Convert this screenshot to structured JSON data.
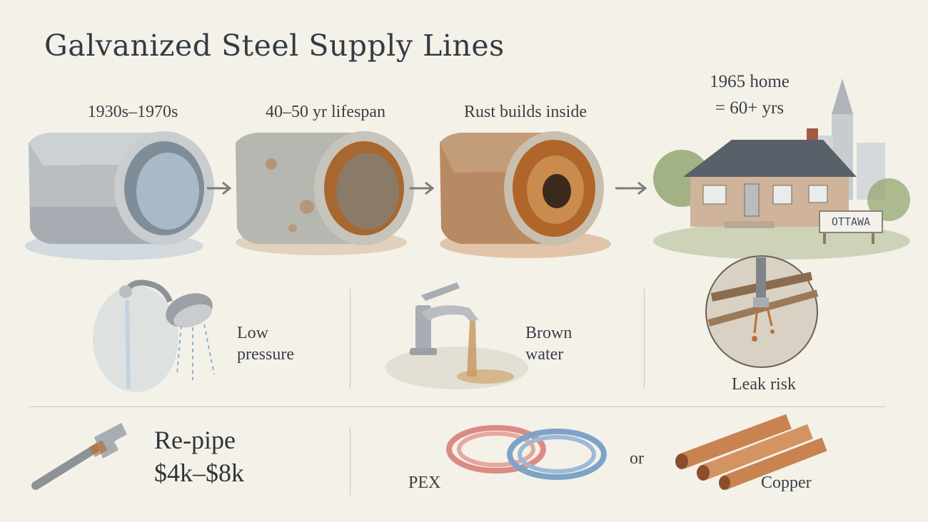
{
  "title": "Galvanized Steel Supply Lines",
  "stages": [
    {
      "label": "1930s–1970s",
      "icon": "clean-pipe-icon"
    },
    {
      "label": "40–50 yr lifespan",
      "icon": "rusting-pipe-icon"
    },
    {
      "label": "Rust builds inside",
      "icon": "clogged-pipe-icon"
    }
  ],
  "home": {
    "line1": "1965 home",
    "line2": "= 60+ yrs",
    "sign": "OTTAWA",
    "icon": "house-icon"
  },
  "symptoms": [
    {
      "line1": "Low",
      "line2": "pressure",
      "icon": "shower-head-icon"
    },
    {
      "line1": "Brown",
      "line2": "water",
      "icon": "faucet-icon"
    },
    {
      "line1": "Leak risk",
      "line2": "",
      "icon": "leaking-pipe-icon"
    }
  ],
  "solution": {
    "line1": "Re-pipe",
    "line2": "$4k–$8k",
    "pex": "PEX",
    "or": "or",
    "copper": "Copper"
  },
  "colors": {
    "steel": "#b9bec2",
    "rust": "#b5713a",
    "blue_wash": "#a9bfd2",
    "copper": "#c98350",
    "pex_red": "#d98c84",
    "pex_blue": "#7ea3c8"
  }
}
